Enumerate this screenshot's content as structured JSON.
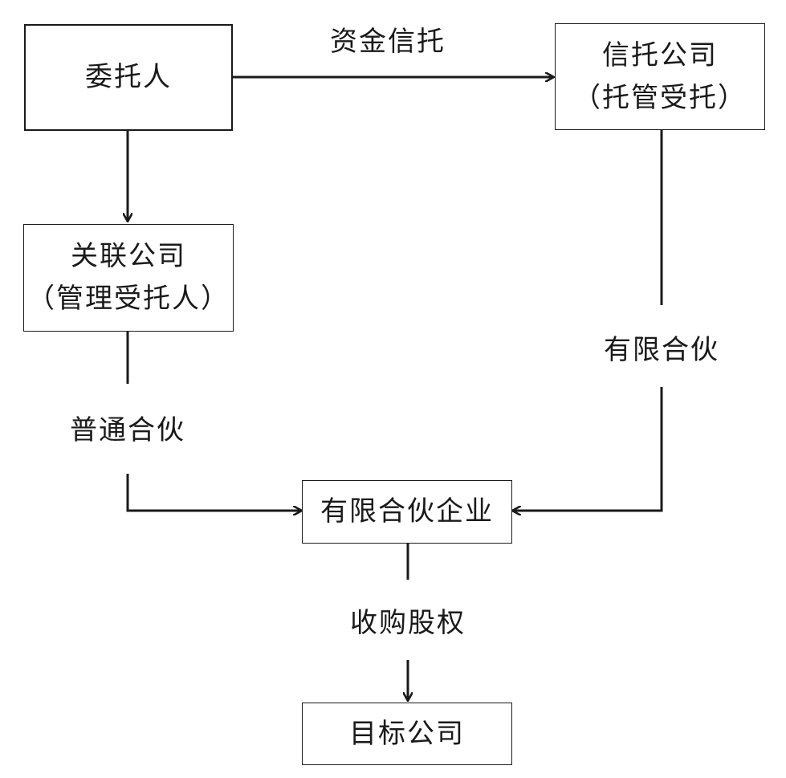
{
  "nodes": {
    "principal": {
      "line1": "委托人"
    },
    "trust_company": {
      "line1": "信托公司",
      "line2": "（托管受托）"
    },
    "affiliate": {
      "line1": "关联公司",
      "line2": "（管理受托人）"
    },
    "lp_enterprise": {
      "line1": "有限合伙企业"
    },
    "target": {
      "line1": "目标公司"
    }
  },
  "edges": {
    "fund_trust": "资金信托",
    "limited_partner": "有限合伙",
    "general_partner": "普通合伙",
    "acquire_equity": "收购股权"
  }
}
